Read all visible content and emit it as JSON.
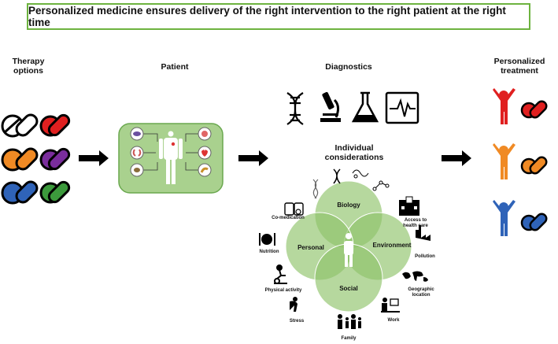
{
  "banner": "Personalized medicine ensures delivery of the right intervention to the right patient at the right time",
  "sections": {
    "therapy": "Therapy options",
    "patient": "Patient",
    "diagnostics": "Diagnostics",
    "treatment": "Personalized treatment",
    "considerations": "Individual considerations"
  },
  "circles": {
    "biology": "Biology",
    "environment": "Environment",
    "personal": "Personal",
    "social": "Social"
  },
  "factors": {
    "comedication": "Co-medication",
    "nutrition": "Nutrition",
    "physical": "Physical activity",
    "stress": "Stress",
    "family": "Family",
    "work": "Work",
    "geo": "Geographic location",
    "pollution": "Pollution",
    "access": "Access to health care"
  },
  "colors": {
    "red": "#e02020",
    "orange": "#f08a24",
    "purple": "#7a2d9c",
    "blue": "#2f63b8",
    "green": "#3c9a3c",
    "venn": "#8fc36a"
  }
}
